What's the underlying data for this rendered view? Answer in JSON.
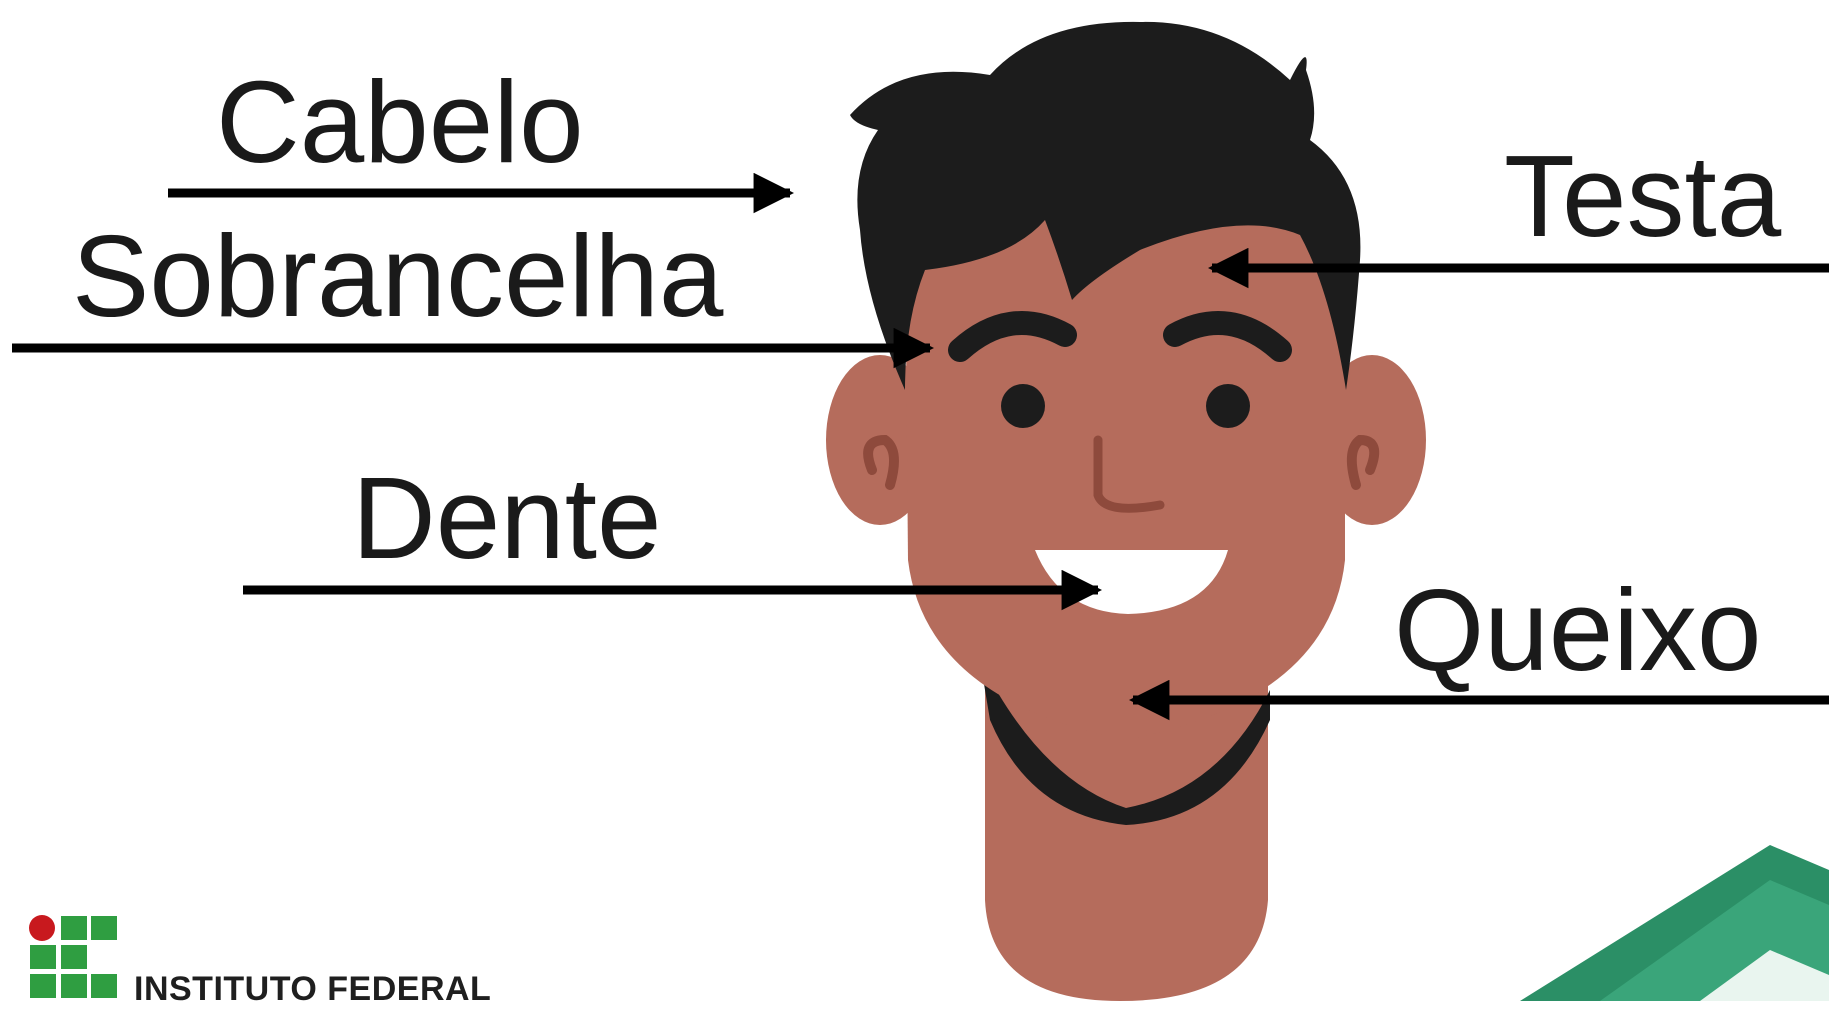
{
  "diagram": {
    "labels": {
      "cabelo": "Cabelo",
      "sobrancelha": "Sobrancelha",
      "dente": "Dente",
      "testa": "Testa",
      "queixo": "Queixo"
    }
  },
  "logo": {
    "text": "INSTITUTO FEDERAL",
    "colors": {
      "green": "#2f9e41",
      "red": "#c8191e"
    }
  },
  "colors": {
    "skin": "#b56c5c",
    "skin_dark": "#8e4a3c",
    "hair": "#1c1c1c",
    "arrow": "#000000",
    "accent_green": "#2b8f66"
  }
}
